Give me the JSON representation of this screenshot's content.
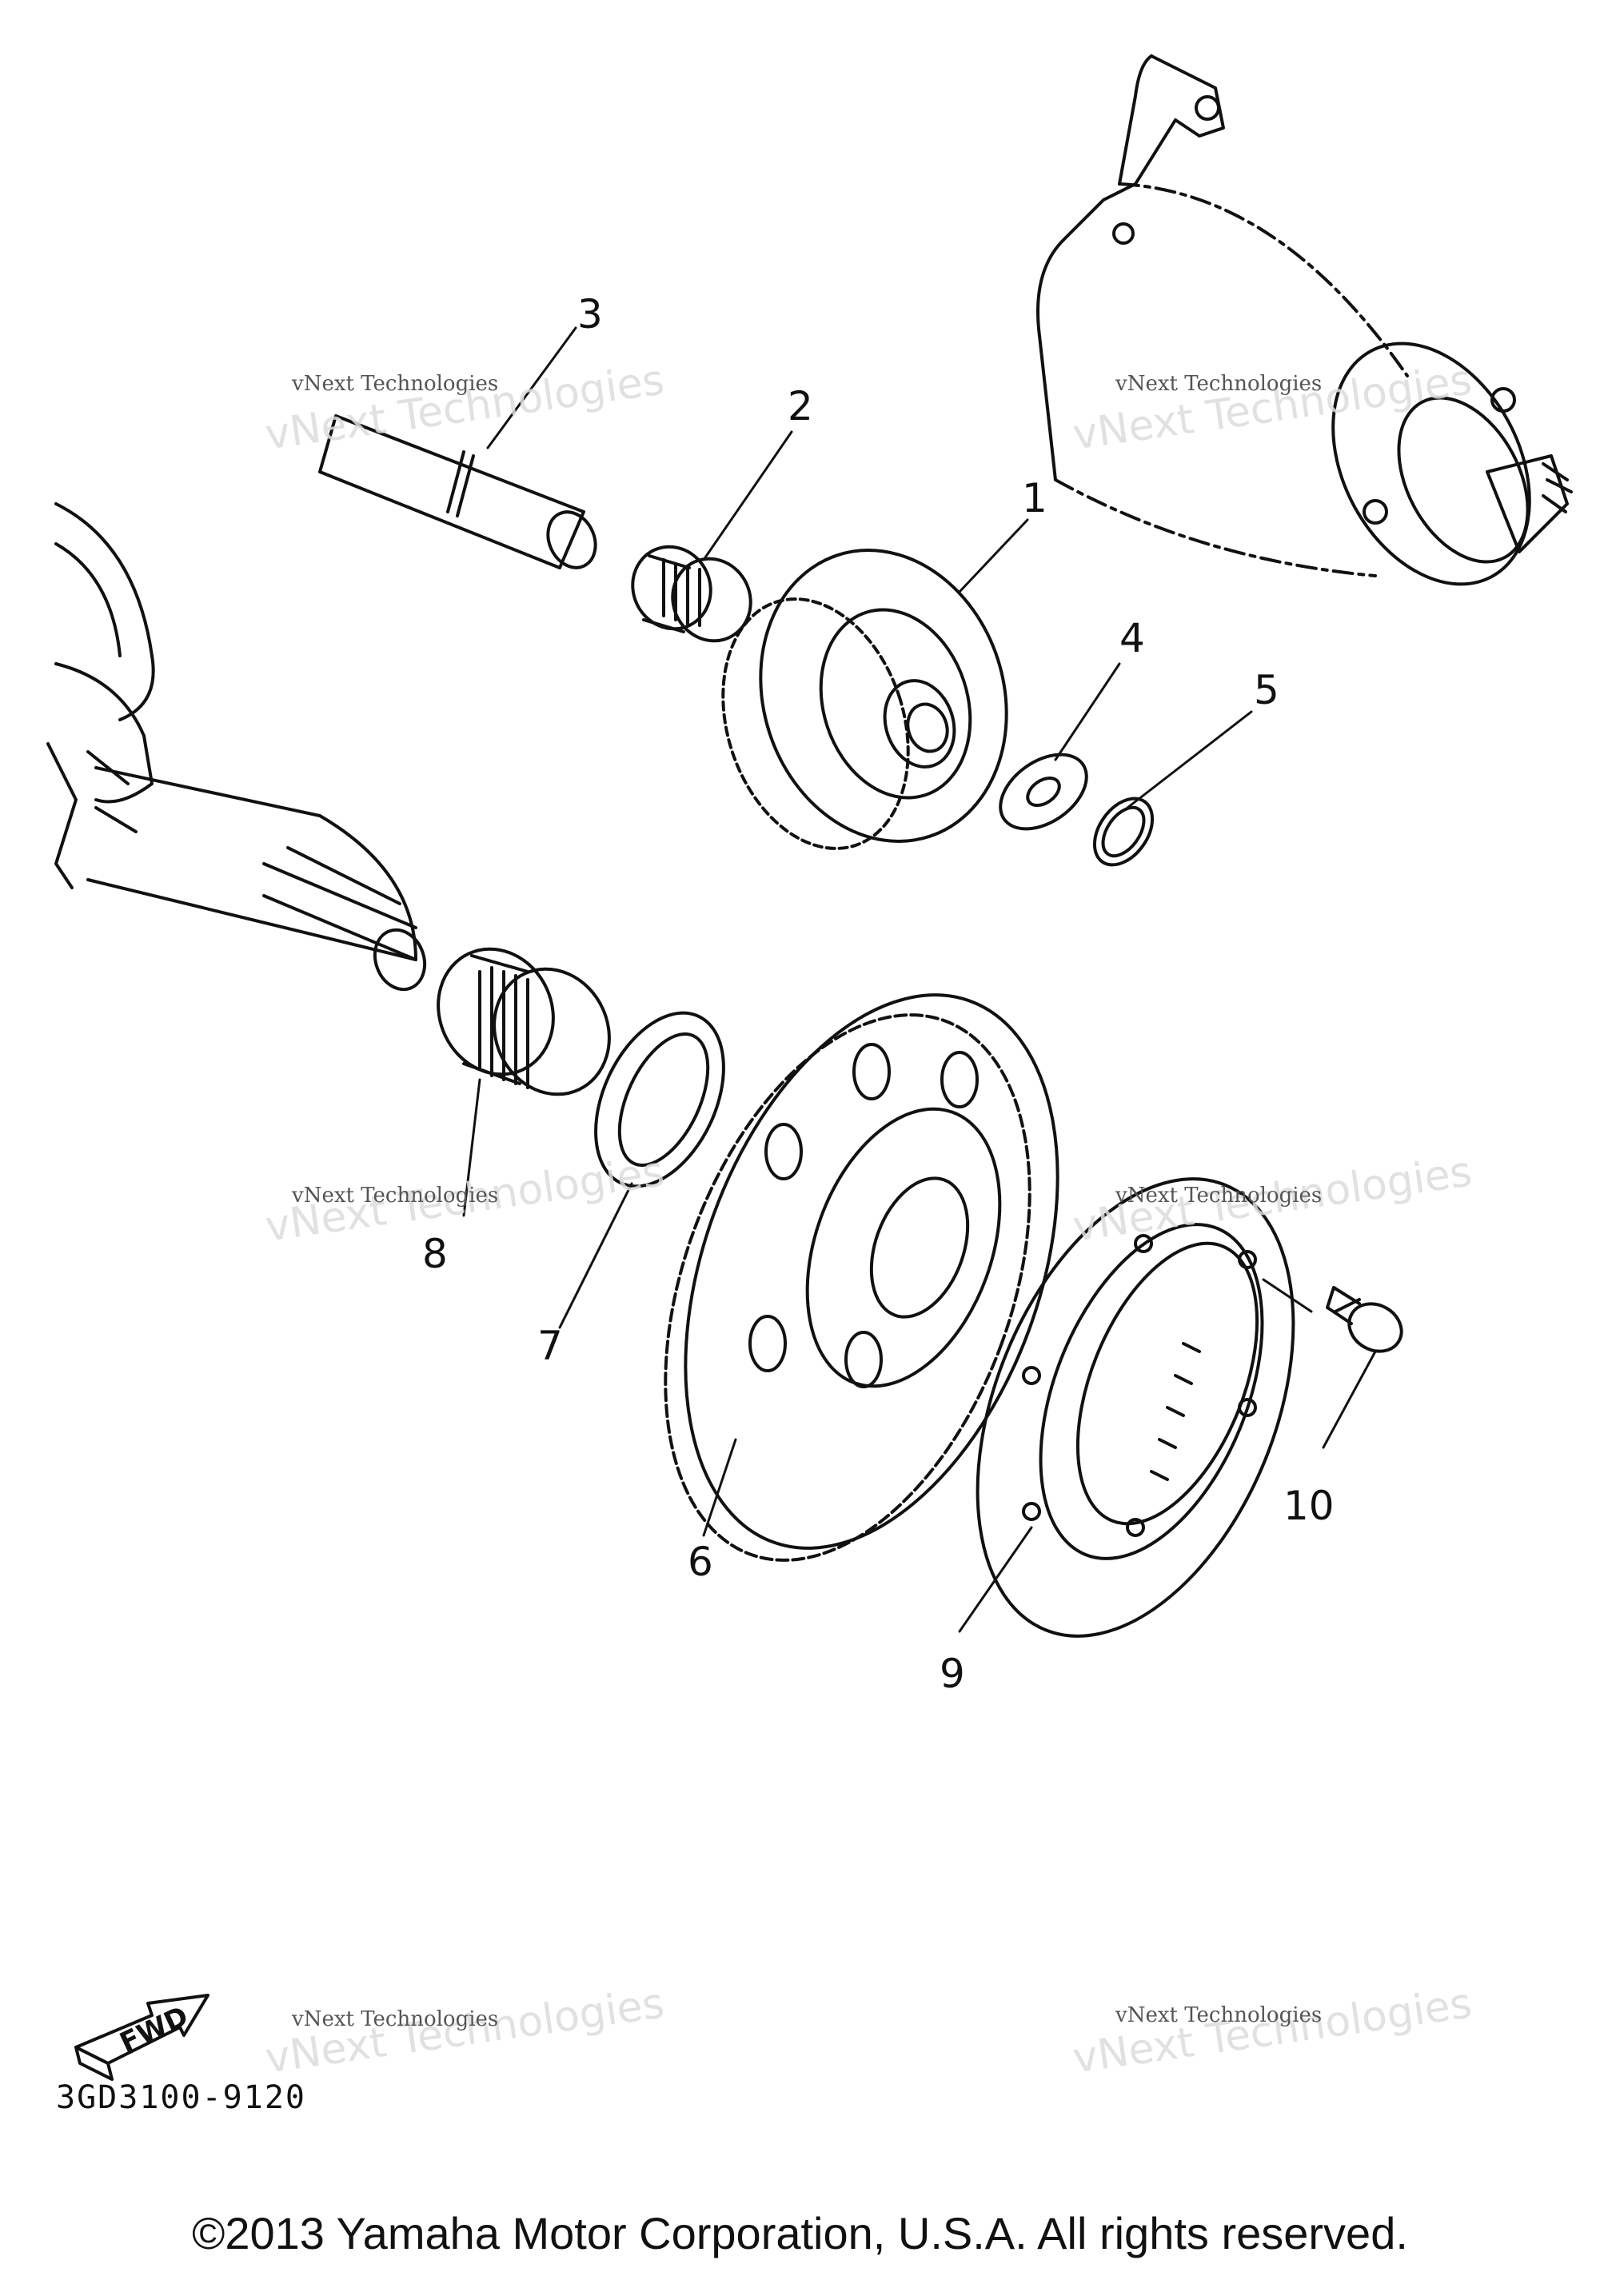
{
  "callouts": {
    "c1": "1",
    "c2": "2",
    "c3": "3",
    "c4": "4",
    "c5": "5",
    "c6": "6",
    "c7": "7",
    "c8": "8",
    "c9": "9",
    "c10": "10"
  },
  "fwd_label": "FWD",
  "diagram_code": "3GD3100-9120",
  "watermark": {
    "small": "vNext Technologies",
    "large": "vNext Technologies"
  },
  "copyright": "©2013 Yamaha Motor Corporation, U.S.A. All rights reserved."
}
